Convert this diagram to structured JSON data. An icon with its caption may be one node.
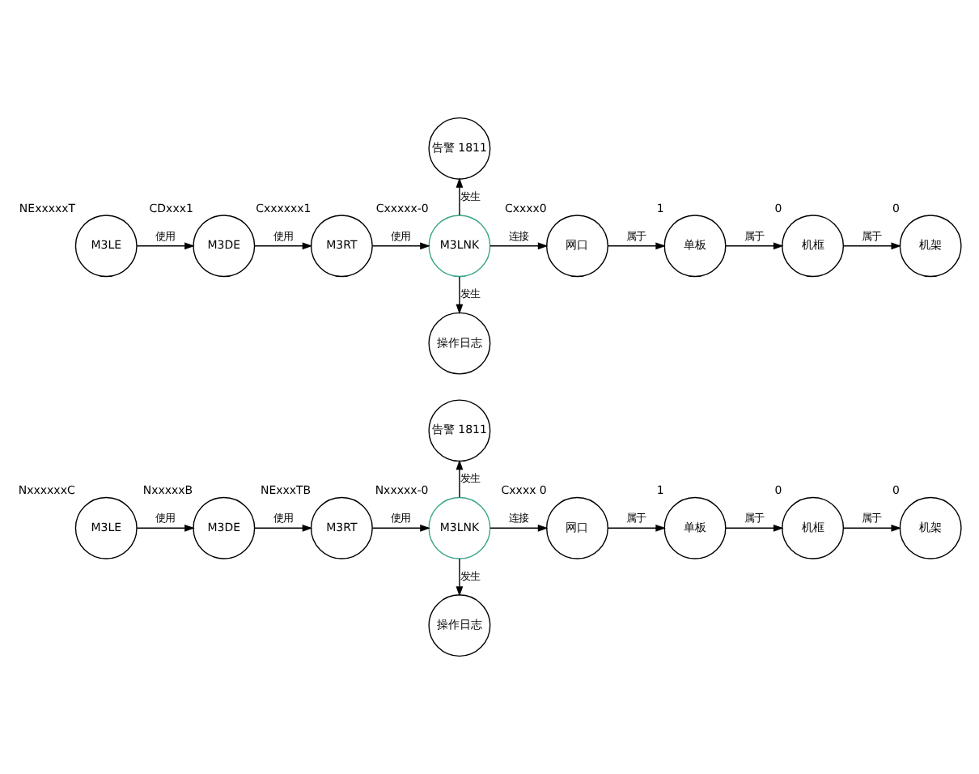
{
  "diagram": {
    "nodes": [
      {
        "text": [
          "告警 1811"
        ]
      },
      {
        "text": [
          "M3LE"
        ],
        "beside": [
          "NExxxxxT"
        ]
      },
      {
        "text": [
          "M3DE"
        ],
        "beside": [
          "CDxxx1"
        ]
      },
      {
        "text": [
          "M3RT"
        ],
        "beside": [
          "Cxxxxxx1"
        ]
      },
      {
        "text": [
          "M3LNK"
        ],
        "beside": [
          "Cxxxxx-0"
        ]
      },
      {
        "text": [
          "网口"
        ],
        "beside": [
          "Cxxxx0"
        ]
      },
      {
        "text": [
          "单板"
        ],
        "beside": [
          "1"
        ]
      },
      {
        "text": [
          "机框"
        ],
        "beside": [
          "0"
        ]
      },
      {
        "text": [
          "机架"
        ],
        "beside": [
          "0"
        ]
      },
      {
        "text": [
          "操作日志"
        ]
      },
      {
        "text": [
          "告警 1811"
        ]
      },
      {
        "text": [
          "M3LE"
        ],
        "beside": [
          "NxxxxxxC"
        ]
      },
      {
        "text": [
          "M3DE"
        ],
        "beside": [
          "NxxxxxB"
        ]
      },
      {
        "text": [
          "M3RT"
        ],
        "beside": [
          "NExxxTB"
        ]
      },
      {
        "text": [
          "M3LNK"
        ],
        "beside": [
          "Nxxxxx-0"
        ]
      },
      {
        "text": [
          "网口"
        ],
        "beside": [
          "Cxxxx 0"
        ]
      },
      {
        "text": [
          "单板"
        ],
        "beside": [
          "1"
        ]
      },
      {
        "text": [
          "机框"
        ],
        "beside": [
          "0"
        ]
      },
      {
        "text": [
          "机架"
        ],
        "beside": [
          "0"
        ]
      },
      {
        "text": [
          "操作日志"
        ]
      }
    ],
    "edges": [
      {
        "from": 1,
        "to": 2,
        "arrow": "to",
        "label": "使用"
      },
      {
        "from": 2,
        "to": 3,
        "arrow": "to",
        "label": "使用"
      },
      {
        "from": 3,
        "to": 4,
        "arrow": "to",
        "label": "使用"
      },
      {
        "from": 4,
        "to": 5,
        "arrow": "to",
        "label": "连接"
      },
      {
        "from": 5,
        "to": 6,
        "arrow": "to",
        "label": "属于"
      },
      {
        "from": 6,
        "to": 7,
        "arrow": "to",
        "label": "属于"
      },
      {
        "from": 7,
        "to": 8,
        "arrow": "to",
        "label": "属于"
      },
      {
        "from": 4,
        "to": 0,
        "arrow": "to",
        "label": "发生"
      },
      {
        "from": 4,
        "to": 9,
        "arrow": "to",
        "label": "发生"
      },
      {
        "from": 11,
        "to": 12,
        "arrow": "to",
        "label": "使用"
      },
      {
        "from": 12,
        "to": 13,
        "arrow": "to",
        "label": "使用"
      },
      {
        "from": 13,
        "to": 14,
        "arrow": "to",
        "label": "使用"
      },
      {
        "from": 14,
        "to": 15,
        "arrow": "to",
        "label": "连接"
      },
      {
        "from": 15,
        "to": 16,
        "arrow": "to",
        "label": "属于"
      },
      {
        "from": 16,
        "to": 17,
        "arrow": "to",
        "label": "属于"
      },
      {
        "from": 17,
        "to": 18,
        "arrow": "to",
        "label": "属于"
      },
      {
        "from": 14,
        "to": 10,
        "arrow": "to",
        "label": "发生"
      },
      {
        "from": 14,
        "to": 19,
        "arrow": "to",
        "label": "发生"
      }
    ]
  }
}
